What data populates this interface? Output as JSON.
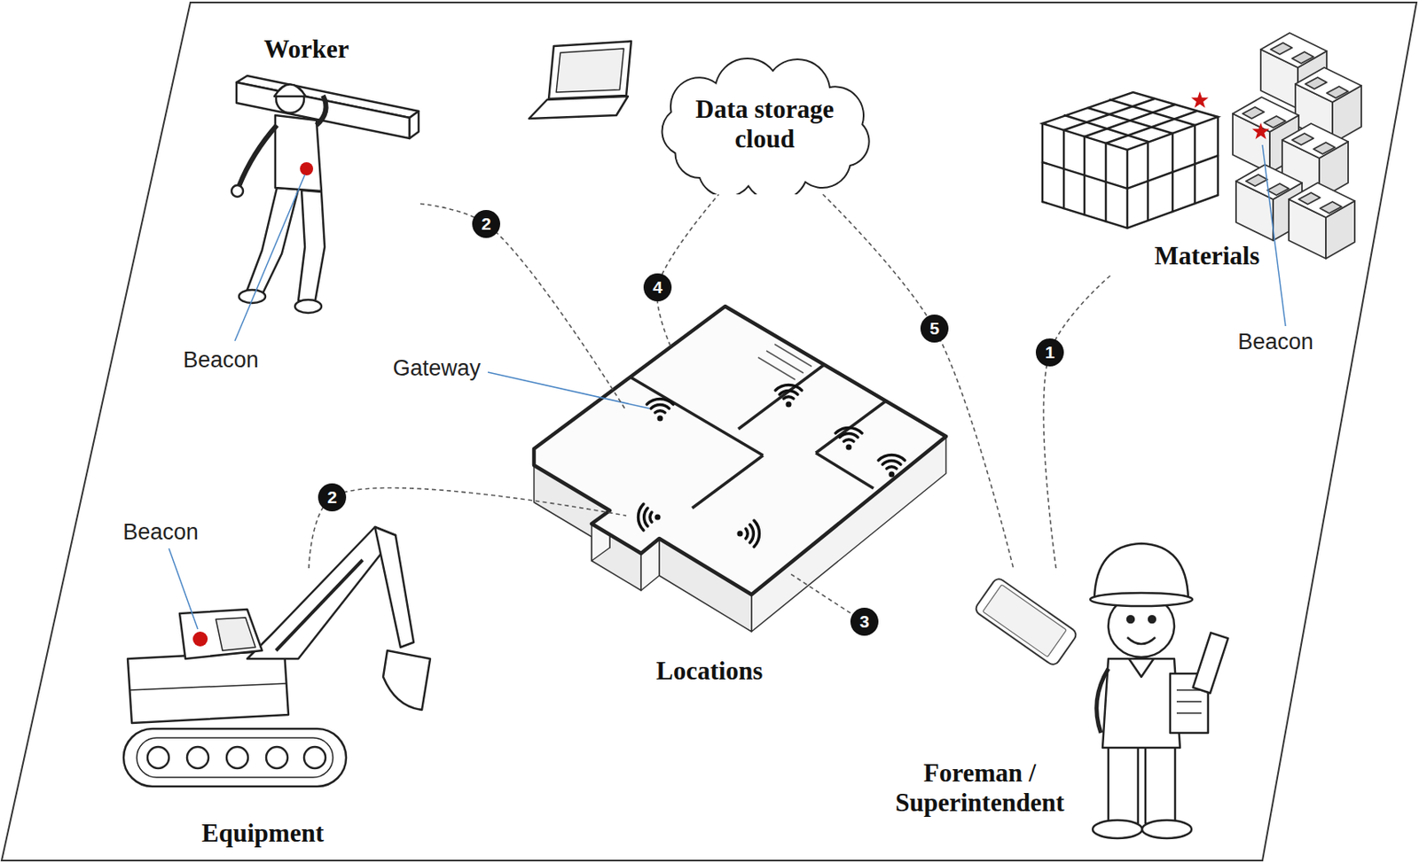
{
  "diagram": {
    "nodes": [
      {
        "text": [
          "Worker"
        ]
      },
      {
        "text": [
          "Data storage cloud"
        ]
      },
      {
        "text": [
          "Materials"
        ]
      },
      {
        "text": [
          "Locations"
        ]
      },
      {
        "text": [
          "Equipment"
        ]
      },
      {
        "text": [
          "Foreman / Superintendent"
        ]
      }
    ],
    "edges": [
      {
        "from": 0,
        "to": 3,
        "arrow": "none",
        "label": "2"
      },
      {
        "from": 3,
        "to": 1,
        "arrow": "none",
        "label": "4"
      },
      {
        "from": 1,
        "to": 5,
        "arrow": "none",
        "label": "5"
      },
      {
        "from": 2,
        "to": 5,
        "arrow": "none",
        "label": "1"
      },
      {
        "from": 4,
        "to": 3,
        "arrow": "none",
        "label": "2"
      },
      {
        "from": 3,
        "to": 5,
        "arrow": "none",
        "label": "3"
      }
    ],
    "labels": [
      "Beacon",
      "Gateway",
      "Beacon",
      "Beacon"
    ]
  }
}
